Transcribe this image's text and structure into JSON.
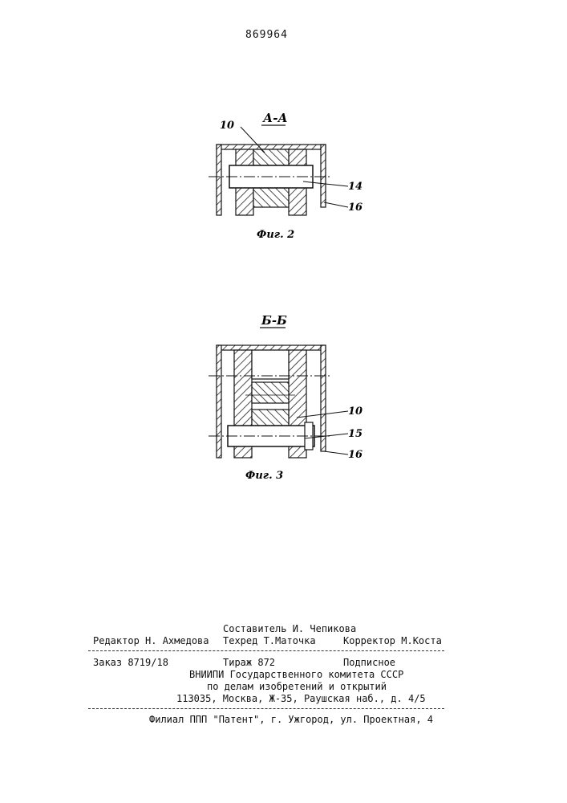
{
  "document": {
    "patent_number": "869964",
    "figures": [
      {
        "section_label": "А-А",
        "caption": "Фиг. 2",
        "callouts": [
          "10",
          "14",
          "16"
        ]
      },
      {
        "section_label": "Б-Б",
        "caption": "Фиг. 3",
        "callouts": [
          "10",
          "15",
          "16"
        ]
      }
    ],
    "imprint": {
      "compiler": "Составитель И. Чепикова",
      "editor": "Редактор Н. Ахмедова",
      "tech_editor": "Техред Т.Маточка",
      "corrector": "Корректор М.Коста",
      "order": "Заказ 8719/18",
      "circulation": "Тираж 872",
      "subscription": "Подписное",
      "org_line1": "ВНИИПИ Государственного комитета СССР",
      "org_line2": "по делам изобретений и открытий",
      "address": "113035, Москва, Ж-35, Раушская наб., д. 4/5",
      "branch": "Филиал ППП \"Патент\", г. Ужгород, ул. Проектная, 4"
    }
  }
}
